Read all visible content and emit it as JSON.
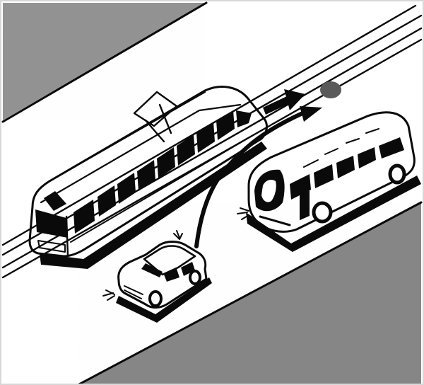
{
  "illustration": {
    "colors": {
      "sidewalk": "#9a9a9a",
      "road": "#ffffff",
      "ink": "#0a0a0a",
      "arrow_tip_accent": "#555555"
    },
    "objects": [
      "tram",
      "bus",
      "car",
      "tram-tracks",
      "car-path-arrow",
      "tram-direction-arrow"
    ]
  }
}
